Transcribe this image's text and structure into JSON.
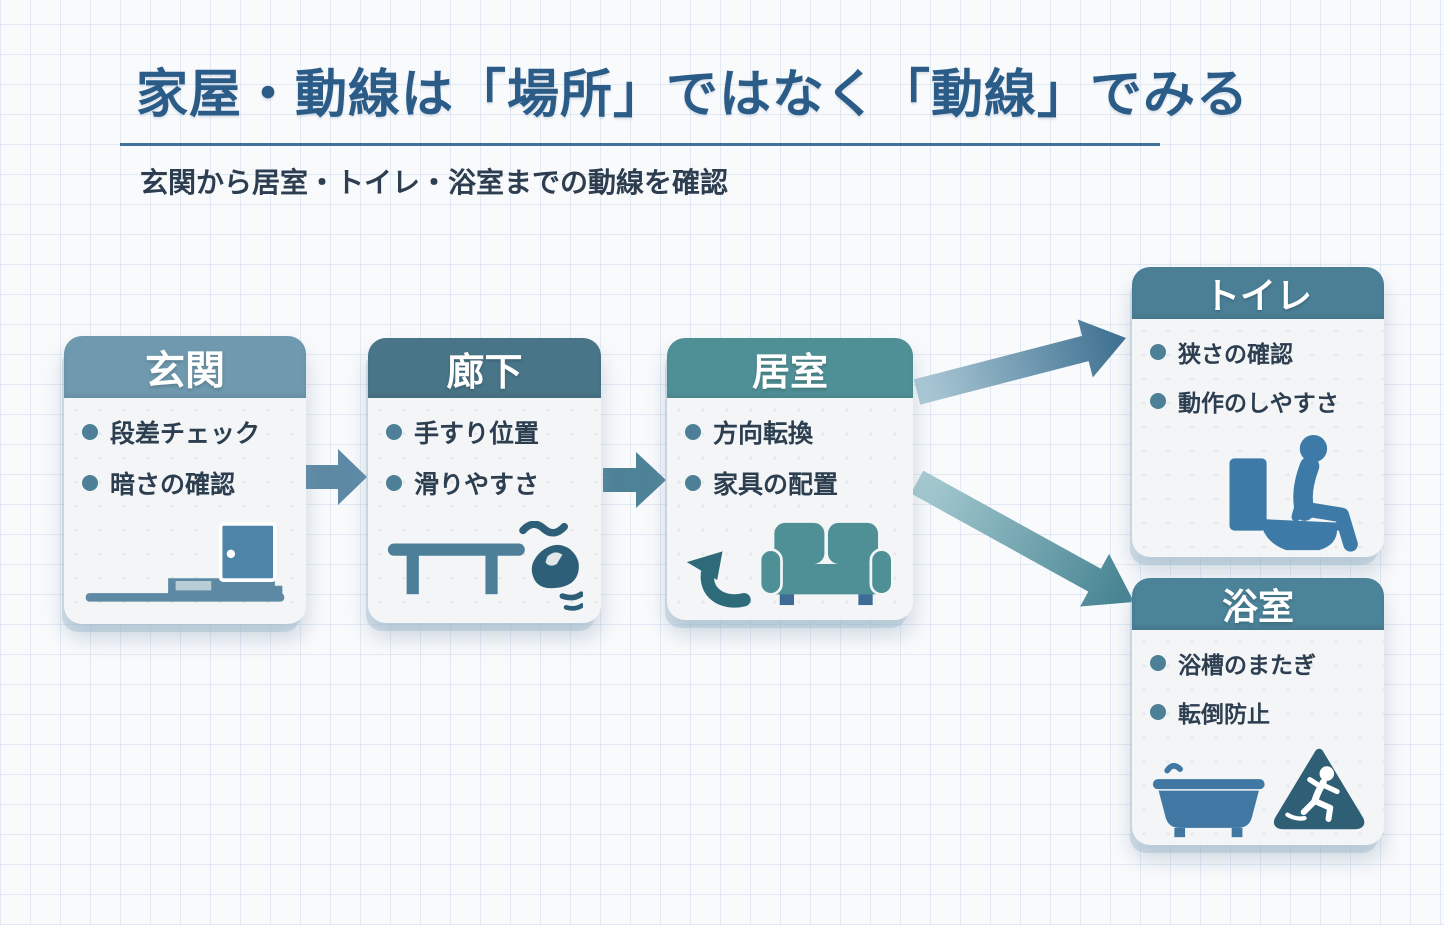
{
  "page": {
    "title": "家屋・動線は「場所」ではなく「動線」でみる",
    "subtitle": "玄関から居室・トイレ・浴室までの動線を確認"
  },
  "colors": {
    "title_text": "#2b5c88",
    "title_underline": "#41709a",
    "subtitle_text": "#2d3e50",
    "background": "#f9fafc",
    "grid_line": "#cdd- eef",
    "card_body": "#f3f5f6",
    "item_text": "#2c3e50",
    "bullet_dot": "#4d7f96",
    "arrow_entrance_to_corridor": "#5d89a5",
    "arrow_corridor_to_living": "#4e8296",
    "arrow_living_to_toilet_start": "#aecbd8",
    "arrow_living_to_toilet_end": "#3c6e8f",
    "arrow_living_to_bath_start": "#a8ccd2",
    "arrow_living_to_bath_end": "#42808f"
  },
  "icon_colors": {
    "door": "#4e84a8",
    "floor": "#5d89a5",
    "step_inset": "#b9cdd6",
    "handrail": "#4d7f99",
    "slipper": "#2e5f78",
    "turn_arrow": "#2e6b7a",
    "sofa": "#4f9096",
    "sofa_leg": "#3f6c96",
    "toilet_person": "#3d7aa8",
    "bathtub": "#4178a3",
    "warning_triangle": "#2e5f74"
  },
  "cards": [
    {
      "id": "genkan",
      "title": "玄関",
      "header_color": "#6e99ae",
      "items": [
        "段差チェック",
        "暗さの確認"
      ],
      "icon": "door-step-icon"
    },
    {
      "id": "rouka",
      "title": "廊下",
      "header_color": "#497588",
      "items": [
        "手すり位置",
        "滑りやすさ"
      ],
      "icon": "handrail-slipper-icon"
    },
    {
      "id": "kyoshitsu",
      "title": "居室",
      "header_color": "#4f9096",
      "items": [
        "方向転換",
        "家具の配置"
      ],
      "icon": "sofa-turn-icon"
    },
    {
      "id": "toilet",
      "title": "トイレ",
      "header_color": "#4b7f96",
      "items": [
        "狭さの確認",
        "動作のしやすさ"
      ],
      "icon": "toilet-person-icon"
    },
    {
      "id": "bath",
      "title": "浴室",
      "header_color": "#4b8399",
      "items": [
        "浴槽のまたぎ",
        "転倒防止"
      ],
      "icon": "bathtub-warning-icon"
    }
  ]
}
